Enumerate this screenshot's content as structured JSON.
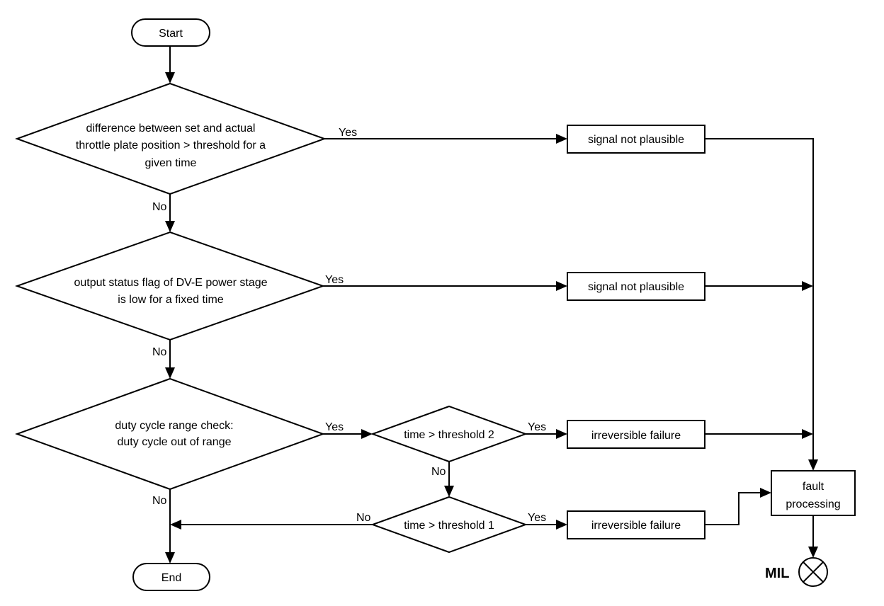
{
  "nodes": {
    "start": "Start",
    "end": "End",
    "decision1": [
      "difference between set and actual",
      "throttle plate position > threshold  for a",
      "given time"
    ],
    "decision2": [
      "output status flag of DV-E power stage",
      "is low for a fixed time"
    ],
    "decision3": [
      "duty cycle range check:",
      "duty cycle out of range"
    ],
    "decision4": "time > threshold 2",
    "decision5": "time > threshold 1",
    "box1": "signal not plausible",
    "box2": "signal not plausible",
    "box3": "irreversible failure",
    "box4": "irreversible failure",
    "fault": [
      "fault",
      "processing"
    ],
    "mil": "MIL"
  },
  "edge_labels": {
    "yes": "Yes",
    "no": "No"
  }
}
